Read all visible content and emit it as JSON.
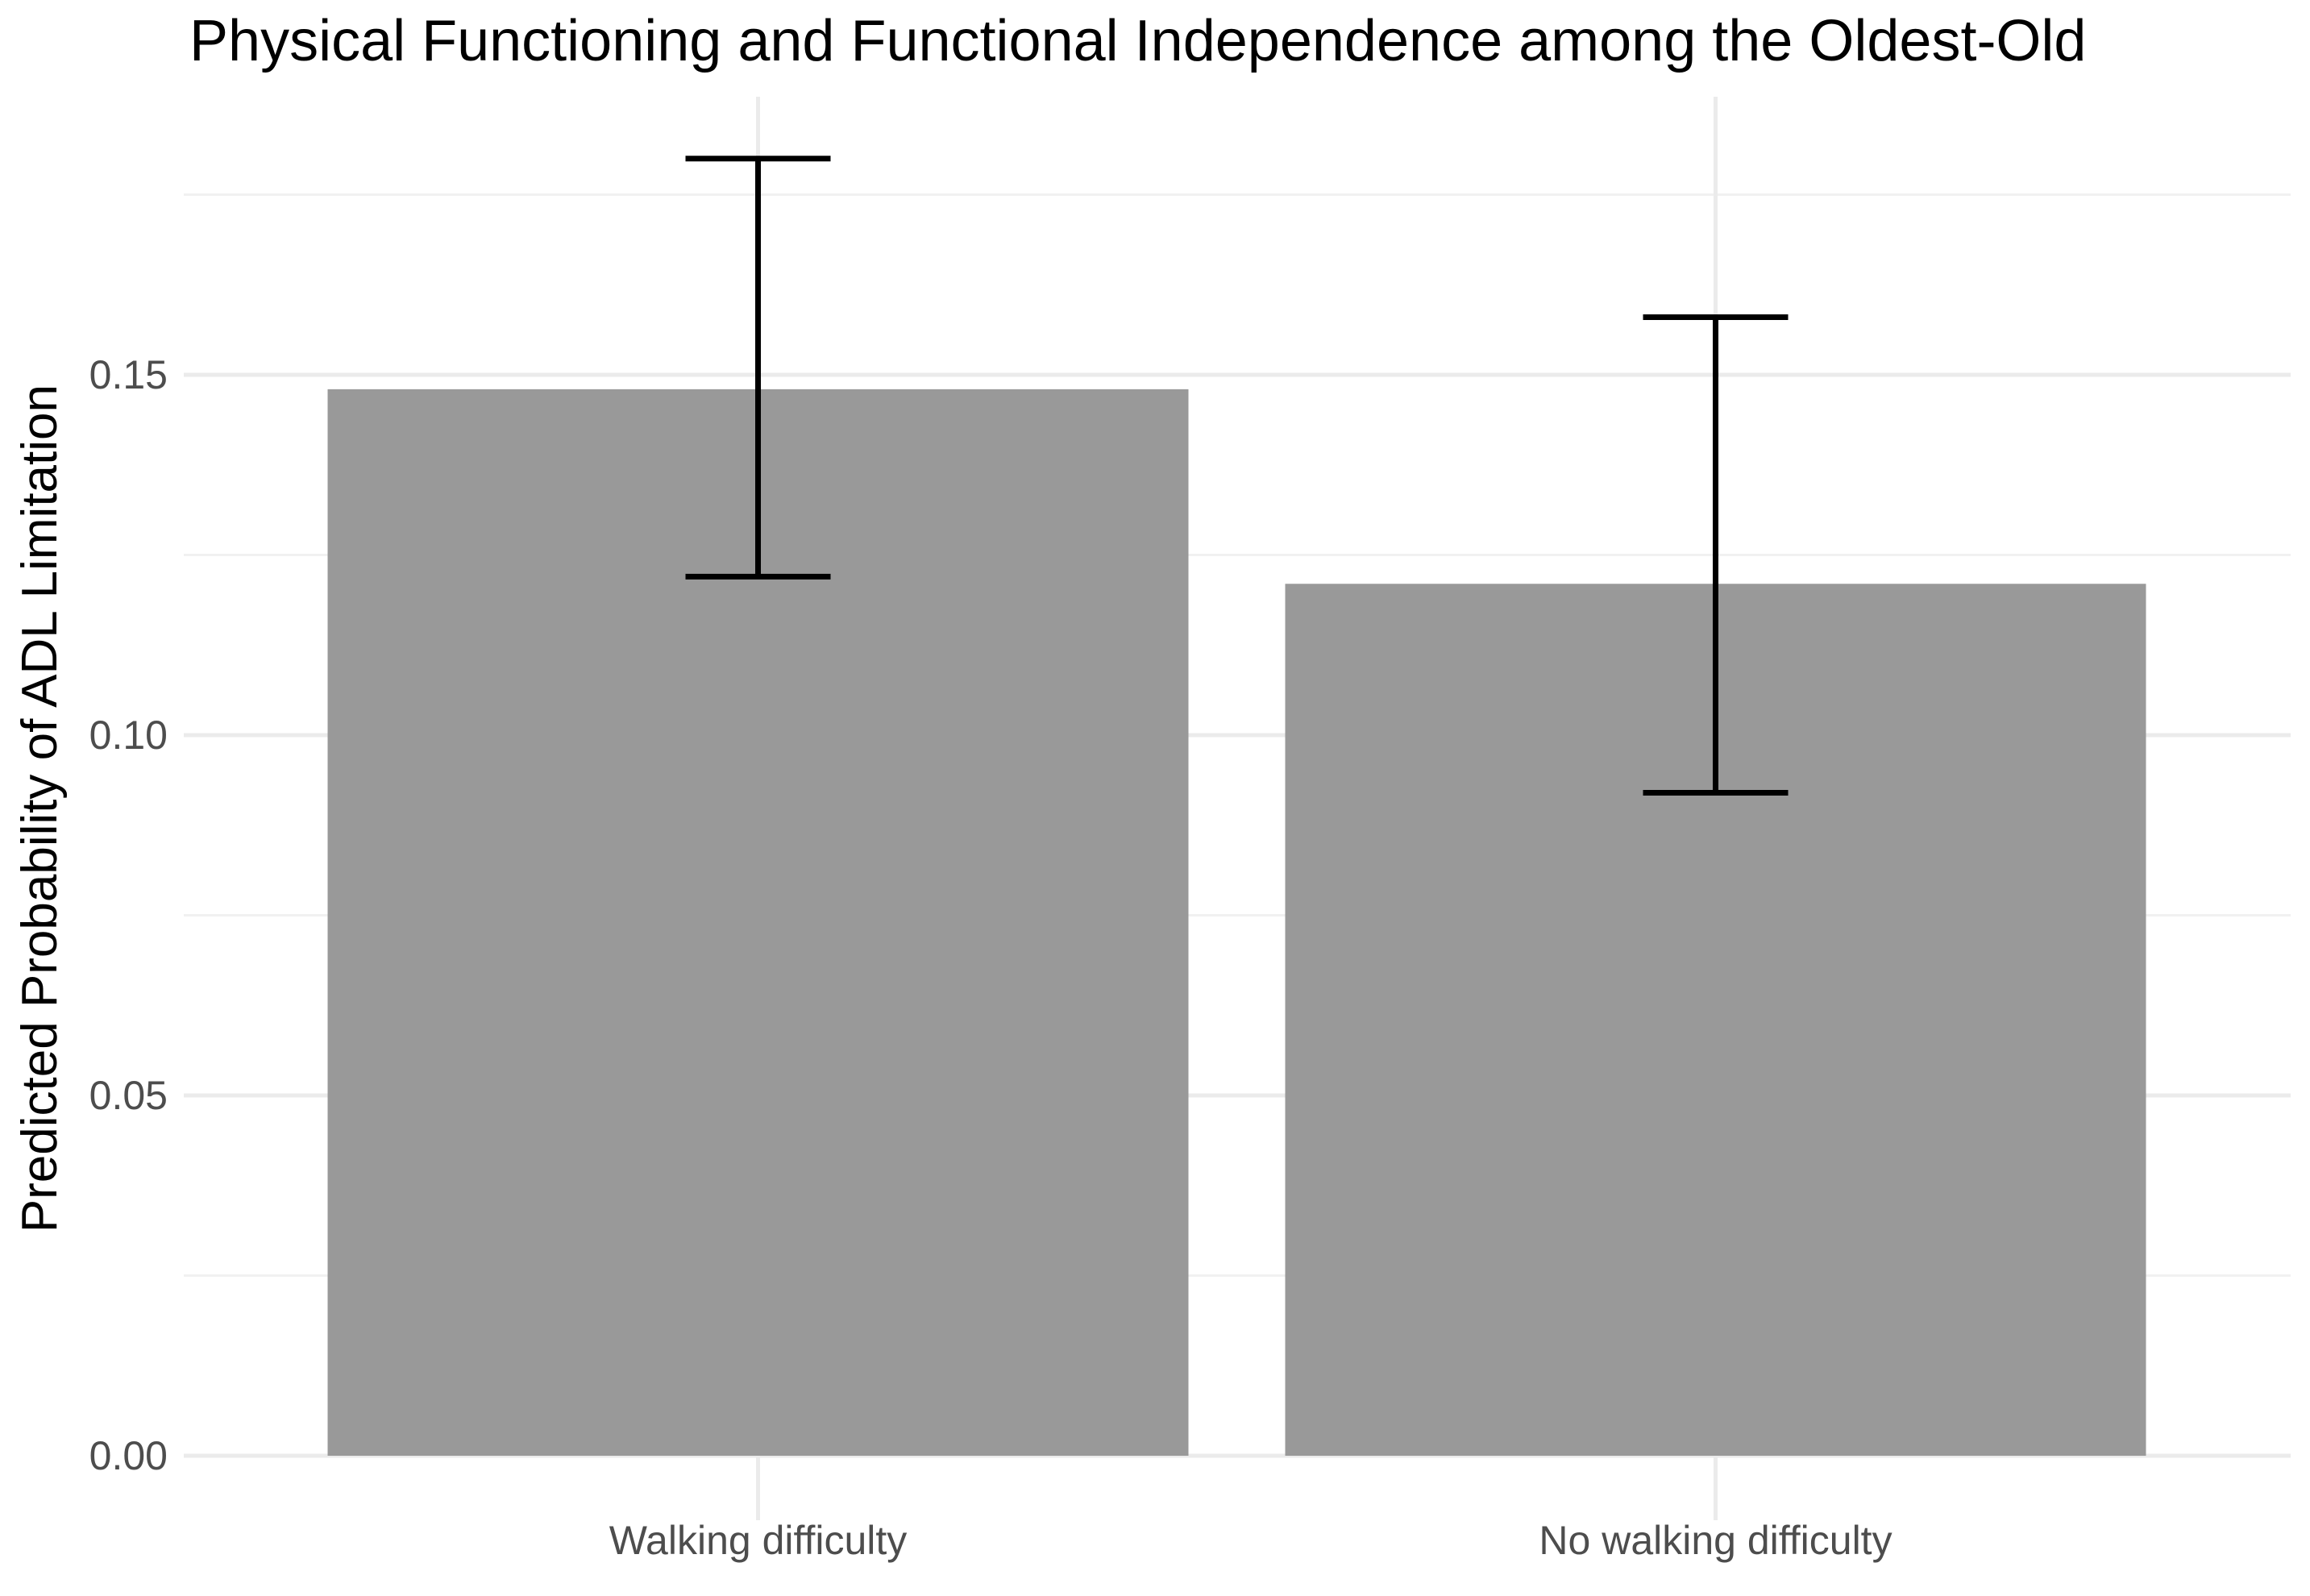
{
  "chart_data": {
    "type": "bar",
    "title": "Physical Functioning and Functional Independence among the Oldest-Old",
    "xlabel": "",
    "ylabel": "Predicted Probability of ADL Limitation",
    "categories": [
      "Walking difficulty",
      "No walking difficulty"
    ],
    "values": [
      0.148,
      0.121
    ],
    "error_bars": {
      "lower": [
        0.122,
        0.092
      ],
      "upper": [
        0.18,
        0.158
      ]
    },
    "yticks": [
      0,
      0.05,
      0.1,
      0.15
    ],
    "ytick_labels": [
      "0.00",
      "0.05",
      "0.10",
      "0.15"
    ],
    "yticks_minor": [
      0.025,
      0.075,
      0.125,
      0.175
    ],
    "ylim": [
      0,
      0.189
    ],
    "grid": "horizontal major and minor gridlines, vertical gridline at each category center",
    "legend_position": "none",
    "colors": {
      "bar_fill": "#999999",
      "errorbar": "#000000",
      "grid_major": "#ebebeb",
      "grid_minor": "#f1f1f1",
      "axis_tick_text": "#4d4d4d",
      "title_text": "#000000",
      "axis_title_text": "#000000",
      "background": "#ffffff"
    }
  }
}
